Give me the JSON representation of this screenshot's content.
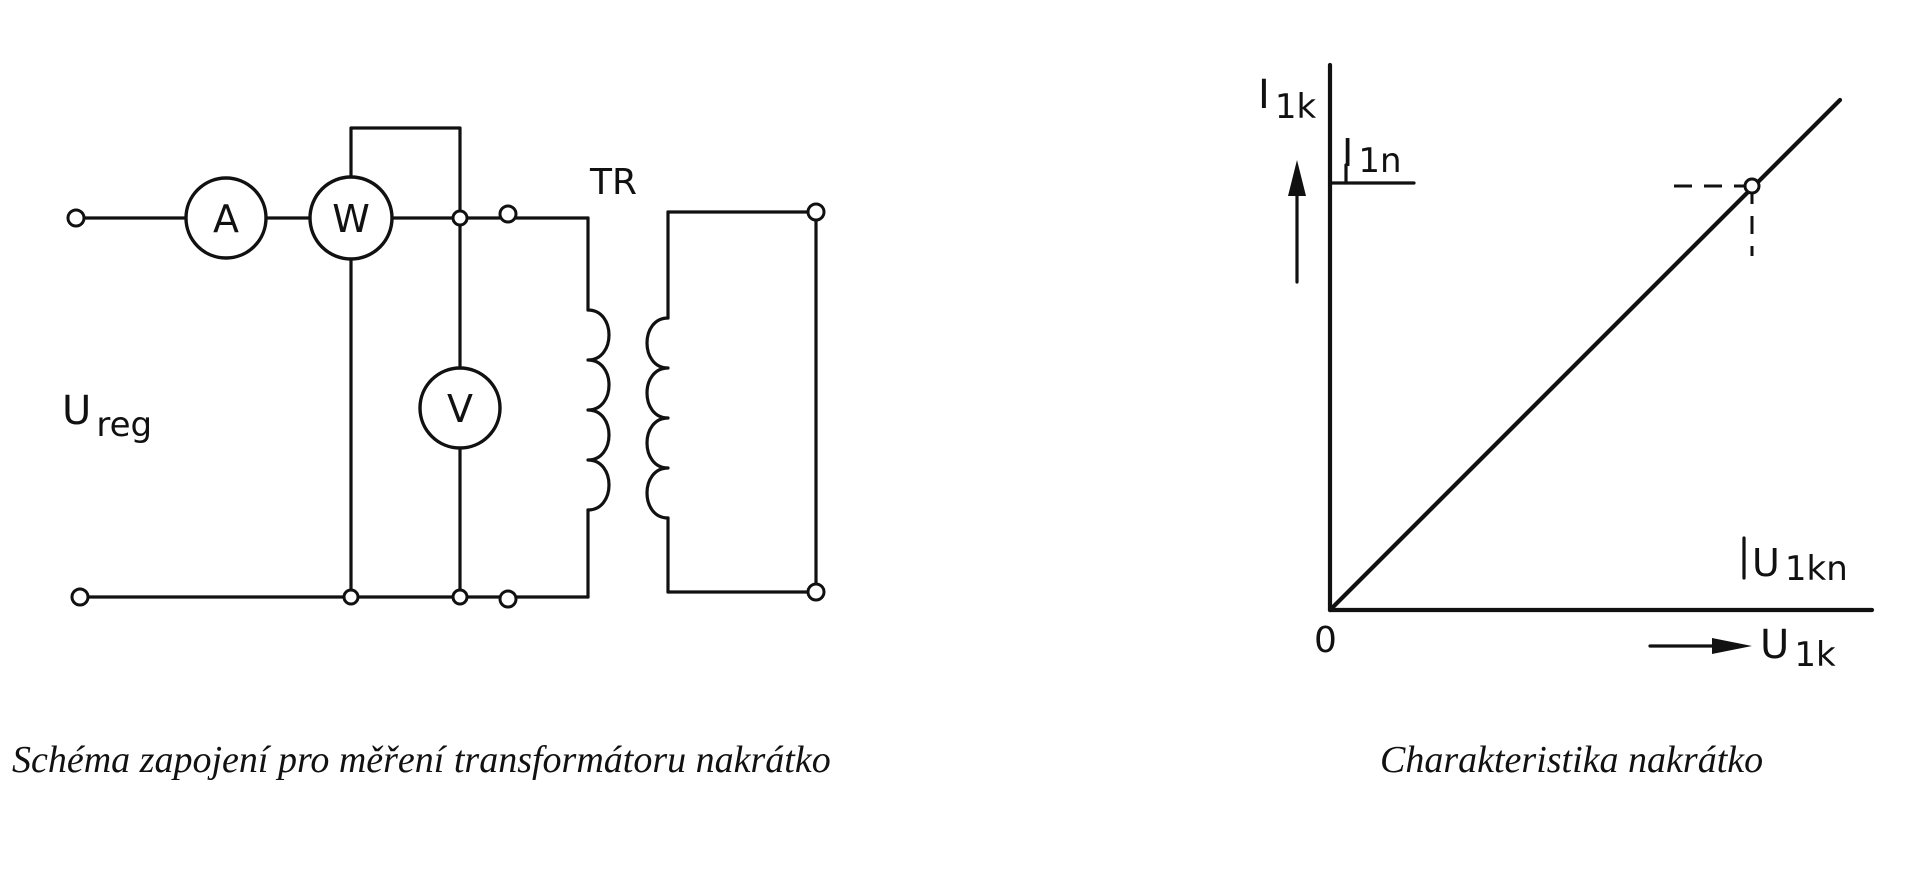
{
  "schematic": {
    "meters": {
      "ammeter": "A",
      "wattmeter": "W",
      "voltmeter": "V"
    },
    "source_label_main": "U",
    "source_label_sub": "reg",
    "transformer_label": "TR",
    "caption": "Schéma zapojení pro měření transformátoru nakrátko"
  },
  "characteristic": {
    "y_axis_main": "I",
    "y_axis_sub": "1k",
    "y_marker_main": "I",
    "y_marker_sub": "1n",
    "x_axis_main": "U",
    "x_axis_sub": "1k",
    "x_marker_main": "U",
    "x_marker_sub": "1kn",
    "origin_label": "0",
    "caption": "Charakteristika nakrátko"
  }
}
